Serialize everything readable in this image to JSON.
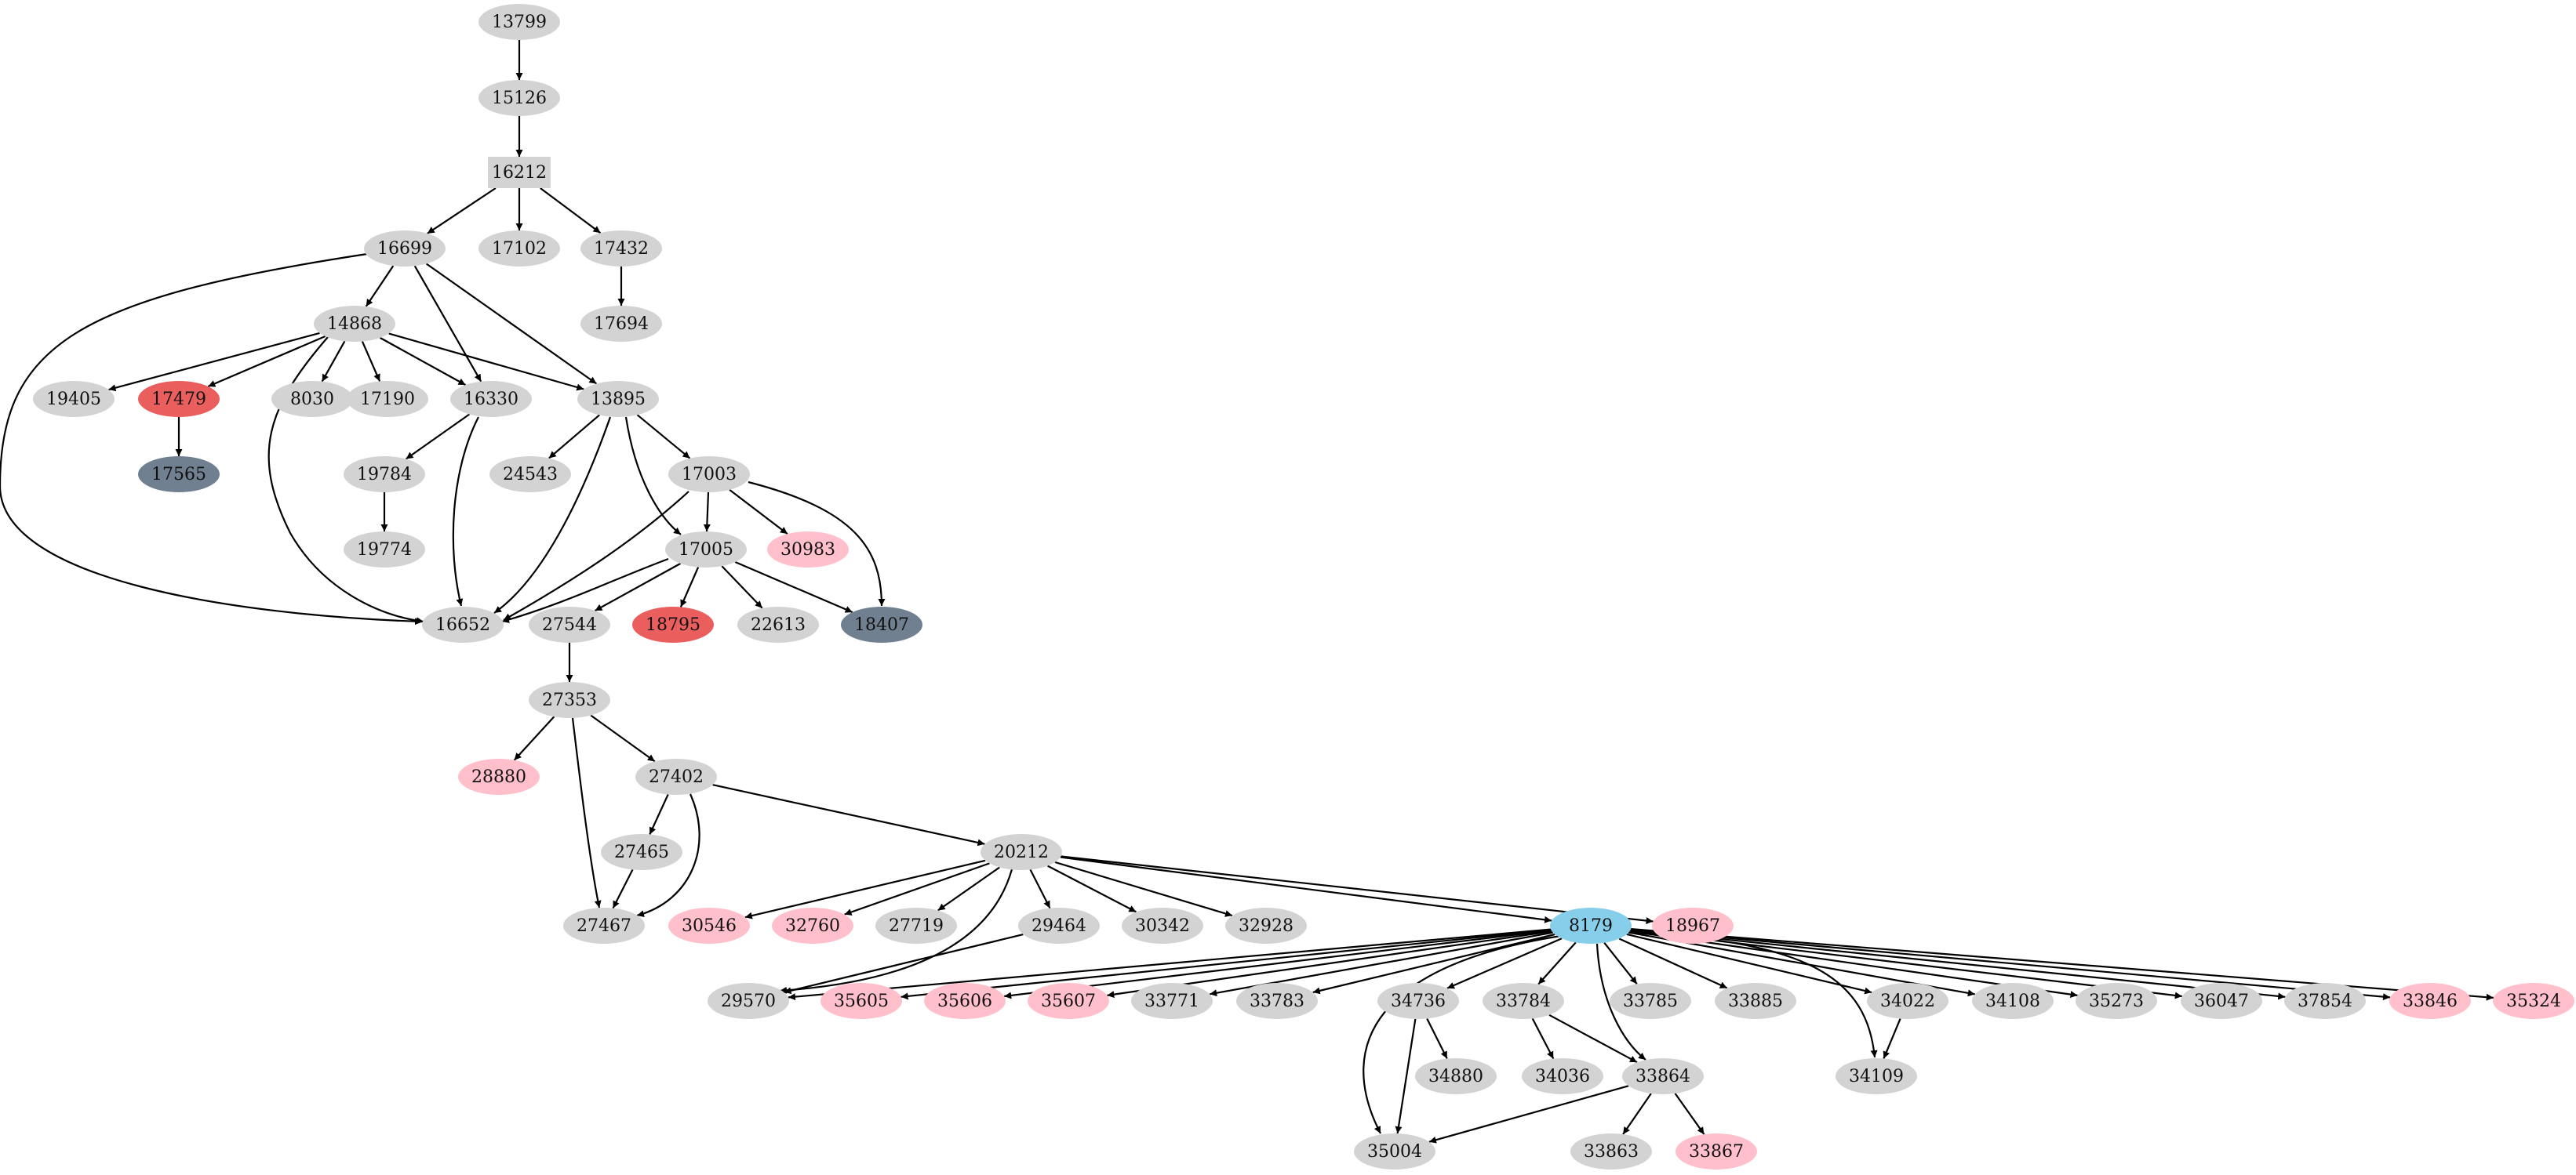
{
  "colors": {
    "default": "#d3d3d3",
    "pink": "#ffc0cb",
    "red": "#eb5e5e",
    "slate": "#708090",
    "sky": "#87ceeb",
    "edge": "#000000"
  },
  "nodes": [
    {
      "id": "13799",
      "label": "13799",
      "color": "default"
    },
    {
      "id": "15126",
      "label": "15126",
      "color": "default"
    },
    {
      "id": "16212",
      "label": "16212",
      "color": "default",
      "shape": "box"
    },
    {
      "id": "16699",
      "label": "16699",
      "color": "default"
    },
    {
      "id": "17102",
      "label": "17102",
      "color": "default"
    },
    {
      "id": "17432",
      "label": "17432",
      "color": "default"
    },
    {
      "id": "17694",
      "label": "17694",
      "color": "default"
    },
    {
      "id": "14868",
      "label": "14868",
      "color": "default"
    },
    {
      "id": "19405",
      "label": "19405",
      "color": "default"
    },
    {
      "id": "17479",
      "label": "17479",
      "color": "red"
    },
    {
      "id": "8030",
      "label": "8030",
      "color": "default"
    },
    {
      "id": "17190",
      "label": "17190",
      "color": "default"
    },
    {
      "id": "16330",
      "label": "16330",
      "color": "default"
    },
    {
      "id": "13895",
      "label": "13895",
      "color": "default"
    },
    {
      "id": "17565",
      "label": "17565",
      "color": "slate"
    },
    {
      "id": "19784",
      "label": "19784",
      "color": "default"
    },
    {
      "id": "24543",
      "label": "24543",
      "color": "default"
    },
    {
      "id": "17003",
      "label": "17003",
      "color": "default"
    },
    {
      "id": "19774",
      "label": "19774",
      "color": "default"
    },
    {
      "id": "17005",
      "label": "17005",
      "color": "default"
    },
    {
      "id": "30983",
      "label": "30983",
      "color": "pink"
    },
    {
      "id": "16652",
      "label": "16652",
      "color": "default"
    },
    {
      "id": "27544",
      "label": "27544",
      "color": "default"
    },
    {
      "id": "18795",
      "label": "18795",
      "color": "red"
    },
    {
      "id": "22613",
      "label": "22613",
      "color": "default"
    },
    {
      "id": "18407",
      "label": "18407",
      "color": "slate"
    },
    {
      "id": "27353",
      "label": "27353",
      "color": "default"
    },
    {
      "id": "28880",
      "label": "28880",
      "color": "pink"
    },
    {
      "id": "27402",
      "label": "27402",
      "color": "default"
    },
    {
      "id": "27465",
      "label": "27465",
      "color": "default"
    },
    {
      "id": "20212",
      "label": "20212",
      "color": "default"
    },
    {
      "id": "27467",
      "label": "27467",
      "color": "default"
    },
    {
      "id": "30546",
      "label": "30546",
      "color": "pink"
    },
    {
      "id": "32760",
      "label": "32760",
      "color": "pink"
    },
    {
      "id": "27719",
      "label": "27719",
      "color": "default"
    },
    {
      "id": "29464",
      "label": "29464",
      "color": "default"
    },
    {
      "id": "30342",
      "label": "30342",
      "color": "default"
    },
    {
      "id": "32928",
      "label": "32928",
      "color": "default"
    },
    {
      "id": "8179",
      "label": "8179",
      "color": "sky"
    },
    {
      "id": "18967",
      "label": "18967",
      "color": "pink"
    },
    {
      "id": "29570",
      "label": "29570",
      "color": "default"
    },
    {
      "id": "35605",
      "label": "35605",
      "color": "pink"
    },
    {
      "id": "35606",
      "label": "35606",
      "color": "pink"
    },
    {
      "id": "35607",
      "label": "35607",
      "color": "pink"
    },
    {
      "id": "33771",
      "label": "33771",
      "color": "default"
    },
    {
      "id": "33783",
      "label": "33783",
      "color": "default"
    },
    {
      "id": "34736",
      "label": "34736",
      "color": "default"
    },
    {
      "id": "33784",
      "label": "33784",
      "color": "default"
    },
    {
      "id": "33785",
      "label": "33785",
      "color": "default"
    },
    {
      "id": "33885",
      "label": "33885",
      "color": "default"
    },
    {
      "id": "34022",
      "label": "34022",
      "color": "default"
    },
    {
      "id": "34108",
      "label": "34108",
      "color": "default"
    },
    {
      "id": "35273",
      "label": "35273",
      "color": "default"
    },
    {
      "id": "36047",
      "label": "36047",
      "color": "default"
    },
    {
      "id": "37854",
      "label": "37854",
      "color": "default"
    },
    {
      "id": "33846",
      "label": "33846",
      "color": "pink"
    },
    {
      "id": "35324",
      "label": "35324",
      "color": "pink"
    },
    {
      "id": "34880",
      "label": "34880",
      "color": "default"
    },
    {
      "id": "34036",
      "label": "34036",
      "color": "default"
    },
    {
      "id": "33864",
      "label": "33864",
      "color": "default"
    },
    {
      "id": "34109",
      "label": "34109",
      "color": "default"
    },
    {
      "id": "35004",
      "label": "35004",
      "color": "default"
    },
    {
      "id": "33863",
      "label": "33863",
      "color": "default"
    },
    {
      "id": "33867",
      "label": "33867",
      "color": "pink"
    }
  ],
  "edges": [
    [
      "13799",
      "15126"
    ],
    [
      "15126",
      "16212"
    ],
    [
      "16212",
      "16699"
    ],
    [
      "16212",
      "17102"
    ],
    [
      "16212",
      "17432"
    ],
    [
      "17432",
      "17694"
    ],
    [
      "16699",
      "14868"
    ],
    [
      "16699",
      "16330"
    ],
    [
      "16699",
      "13895"
    ],
    [
      "16699",
      "16652"
    ],
    [
      "14868",
      "19405"
    ],
    [
      "14868",
      "17479"
    ],
    [
      "14868",
      "8030"
    ],
    [
      "14868",
      "17190"
    ],
    [
      "14868",
      "16330"
    ],
    [
      "14868",
      "13895"
    ],
    [
      "14868",
      "16652"
    ],
    [
      "17479",
      "17565"
    ],
    [
      "16330",
      "19784"
    ],
    [
      "16330",
      "16652"
    ],
    [
      "19784",
      "19774"
    ],
    [
      "13895",
      "24543"
    ],
    [
      "13895",
      "17003"
    ],
    [
      "13895",
      "17005"
    ],
    [
      "13895",
      "16652"
    ],
    [
      "17003",
      "17005"
    ],
    [
      "17003",
      "30983"
    ],
    [
      "17003",
      "18407"
    ],
    [
      "17003",
      "16652"
    ],
    [
      "17005",
      "16652"
    ],
    [
      "17005",
      "27544"
    ],
    [
      "17005",
      "18795"
    ],
    [
      "17005",
      "22613"
    ],
    [
      "17005",
      "18407"
    ],
    [
      "27544",
      "27353"
    ],
    [
      "27353",
      "28880"
    ],
    [
      "27353",
      "27402"
    ],
    [
      "27353",
      "27467"
    ],
    [
      "27402",
      "27465"
    ],
    [
      "27402",
      "27467"
    ],
    [
      "27402",
      "20212"
    ],
    [
      "27465",
      "27467"
    ],
    [
      "20212",
      "30546"
    ],
    [
      "20212",
      "32760"
    ],
    [
      "20212",
      "27719"
    ],
    [
      "20212",
      "29464"
    ],
    [
      "20212",
      "30342"
    ],
    [
      "20212",
      "32928"
    ],
    [
      "20212",
      "8179"
    ],
    [
      "20212",
      "18967"
    ],
    [
      "20212",
      "29570"
    ],
    [
      "29464",
      "29570"
    ],
    [
      "8179",
      "29570"
    ],
    [
      "8179",
      "35605"
    ],
    [
      "8179",
      "35606"
    ],
    [
      "8179",
      "35607"
    ],
    [
      "8179",
      "33771"
    ],
    [
      "8179",
      "33783"
    ],
    [
      "8179",
      "34736"
    ],
    [
      "8179",
      "33784"
    ],
    [
      "8179",
      "33785"
    ],
    [
      "8179",
      "33885"
    ],
    [
      "8179",
      "34022"
    ],
    [
      "8179",
      "34108"
    ],
    [
      "8179",
      "35273"
    ],
    [
      "8179",
      "36047"
    ],
    [
      "8179",
      "37854"
    ],
    [
      "8179",
      "33846"
    ],
    [
      "8179",
      "35324"
    ],
    [
      "8179",
      "33864"
    ],
    [
      "8179",
      "34109"
    ],
    [
      "8179",
      "35004"
    ],
    [
      "34736",
      "34880"
    ],
    [
      "34736",
      "35004"
    ],
    [
      "33784",
      "34036"
    ],
    [
      "33784",
      "33864"
    ],
    [
      "34022",
      "34109"
    ],
    [
      "33864",
      "35004"
    ],
    [
      "33864",
      "33863"
    ],
    [
      "33864",
      "33867"
    ]
  ]
}
